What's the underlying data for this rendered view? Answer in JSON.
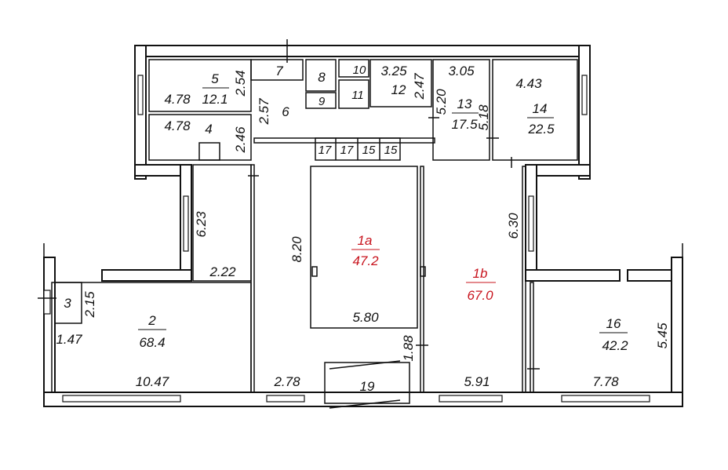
{
  "rooms": {
    "r1a": {
      "num": "1a",
      "area": "47.2",
      "dim_len": "8.20",
      "dim_wid": "5.80"
    },
    "r1b": {
      "num": "1b",
      "area": "67.0",
      "dim_len": "6.30",
      "dim_wid": "5.91",
      "dim_small": "1.88"
    },
    "r2": {
      "num": "2",
      "area": "68.4",
      "dim_a": "1.47",
      "dim_b": "10.47"
    },
    "r3": {
      "num": "3",
      "dim": "2.15"
    },
    "r4": {
      "num": "4",
      "dim_a": "4.78",
      "dim_b": "2.46"
    },
    "r5": {
      "num": "5",
      "area": "12.1",
      "dim_a": "4.78",
      "dim_b": "2.54"
    },
    "r6": {
      "num": "6",
      "dim": "2.57"
    },
    "r7": {
      "num": "7"
    },
    "r8": {
      "num": "8"
    },
    "r9": {
      "num": "9"
    },
    "r10": {
      "num": "10"
    },
    "r11": {
      "num": "11"
    },
    "r12": {
      "num": "12",
      "dim_a": "3.25",
      "dim_b": "2.47"
    },
    "r13": {
      "num": "13",
      "area": "17.5",
      "dim_a": "3.05",
      "dim_b": "5.20"
    },
    "r14": {
      "num": "14",
      "area": "22.5",
      "dim_a": "4.43",
      "dim_b": "5.18"
    },
    "r15a": {
      "num": "15"
    },
    "r15b": {
      "num": "15"
    },
    "r16": {
      "num": "16",
      "area": "42.2",
      "dim_a": "5.45",
      "dim_b": "7.78"
    },
    "r17a": {
      "num": "17"
    },
    "r17b": {
      "num": "17"
    },
    "r19": {
      "num": "19",
      "dim": "2.78"
    },
    "corridor": {
      "dim_a": "6.23",
      "dim_b": "2.22"
    }
  },
  "colors": {
    "wall": "#111111",
    "highlight": "#c8141e"
  }
}
